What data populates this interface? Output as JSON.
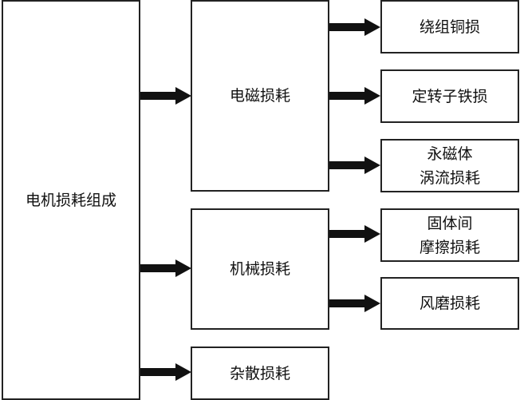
{
  "root": {
    "label": "电机损耗组成"
  },
  "categories": [
    {
      "label": "电磁损耗",
      "items": [
        "绕组铜损",
        "定转子铁损",
        [
          "永磁体",
          "涡流损耗"
        ]
      ]
    },
    {
      "label": "机械损耗",
      "items": [
        [
          "固体间",
          "摩擦损耗"
        ],
        "风磨损耗"
      ]
    },
    {
      "label": "杂散损耗",
      "items": []
    }
  ],
  "colors": {
    "stroke": "#222222",
    "arrow": "#111111",
    "background": "#ffffff"
  }
}
